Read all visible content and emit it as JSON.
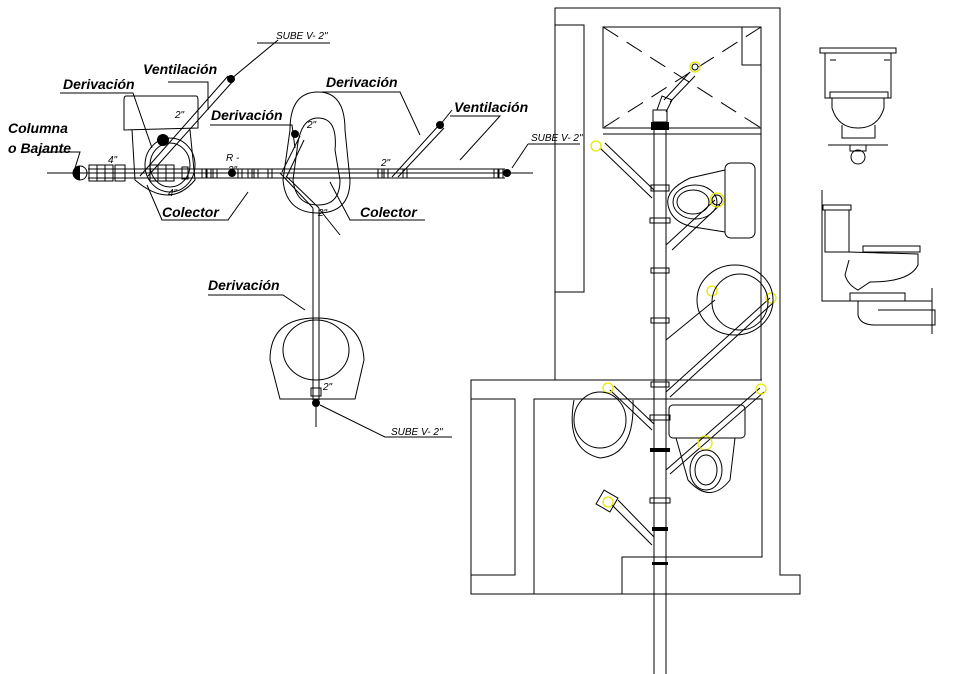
{
  "plan_left": {
    "labels": {
      "columna": "Columna",
      "bajante": "o Bajante",
      "ventilacion_1": "Ventilación",
      "derivacion_1": "Derivación",
      "derivacion_2": "Derivación",
      "derivacion_3": "Derivación",
      "ventilacion_2": "Ventilación",
      "colector_1": "Colector",
      "colector_2": "Colector",
      "derivacion_4": "Derivación"
    },
    "sube": [
      "SUBE V- 2\"",
      "SUBE V- 2\"",
      "SUBE V- 2\""
    ],
    "dimensions": {
      "d_wc_vent": "2\"",
      "d_main": "4\"",
      "d_bowl": "4\"",
      "d_r": "R -",
      "d_r2": "2\"",
      "d_urinal": "2\"",
      "d_vent2": "2\"",
      "d_branch": "2\"",
      "d_basin": "2\""
    }
  },
  "plan_right": {
    "vent_marker_color": "#e8e800"
  }
}
